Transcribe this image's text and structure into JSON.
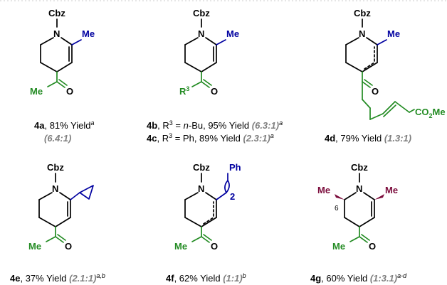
{
  "labels": {
    "cbz": "Cbz",
    "n": "N",
    "me": "Me",
    "o": "O",
    "r3": "R",
    "r3_sup": "3",
    "co2me": "CO",
    "co2me_sub": "2",
    "co2me_tail": "Me",
    "ph": "Ph",
    "sub2": "2",
    "pos6": "6"
  },
  "captions": {
    "c4a": {
      "id": "4a",
      "text": ", 81% Yield",
      "sup": "a",
      "ratio": "(6.4:1)"
    },
    "c4b": {
      "id": "4b",
      "pre": ", R",
      "pre_sup": "3",
      "mid": " = ",
      "italic": "n",
      "text": "-Bu, 95% Yield ",
      "ratio": "(6.3:1)",
      "sup": "a"
    },
    "c4c": {
      "id": "4c",
      "pre": ", R",
      "pre_sup": "3",
      "text": " = Ph, 89% Yield ",
      "ratio": "(2.3:1)",
      "sup": "a"
    },
    "c4d": {
      "id": "4d",
      "text": ", 79% Yield ",
      "ratio": "(1.3:1)"
    },
    "c4e": {
      "id": "4e",
      "text": ", 37% Yield ",
      "ratio": "(2.1:1)",
      "sup": "a,b"
    },
    "c4f": {
      "id": "4f",
      "text": ", 62% Yield ",
      "ratio": "(1:1)",
      "sup": "b"
    },
    "c4g": {
      "id": "4g",
      "text": ", 60% Yield ",
      "ratio": "(1:3.1)",
      "sup": "a-d"
    }
  },
  "colors": {
    "green": "#228b22",
    "blue": "#0000a0",
    "maroon": "#7a0a3a",
    "gray": "#7f7f7f"
  }
}
